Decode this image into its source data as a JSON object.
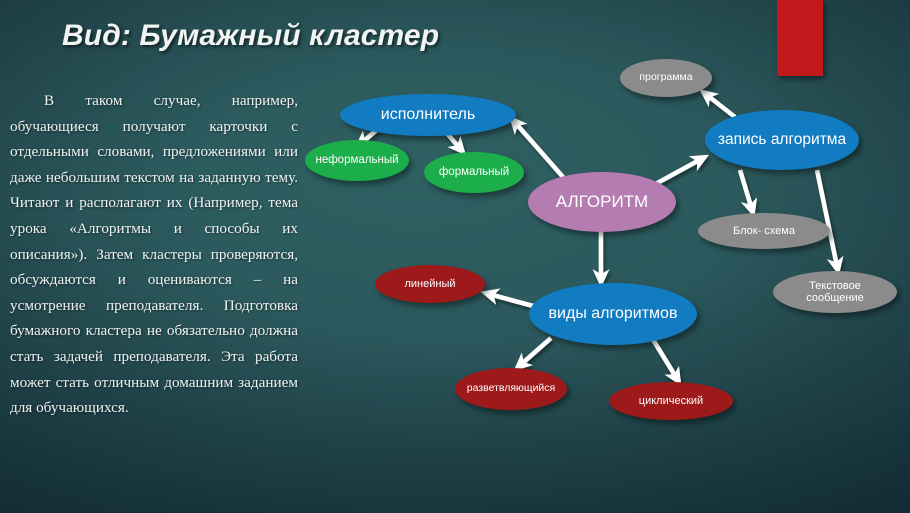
{
  "slide": {
    "title": "Вид: Бумажный кластер",
    "body_text": "В таком случае, например, обучающиеся получают карточки с отдельными словами, предложениями или даже небольшим текстом на заданную тему. Читают и располагают их (Например, тема урока «Алгоритмы и способы их описания»). Затем кластеры проверяются, обсуждаются и оцениваются – на усмотрение преподавателя. Подготовка бумажного кластера не обязательно должна стать задачей преподавателя. Эта работа может стать отличным домашним заданием для обучающихся."
  },
  "colors": {
    "background_teal": "#2b585c",
    "accent_red_bar": "#c1181c",
    "node_blue": "#127cc2",
    "node_green": "#1cae4a",
    "node_purple": "#b47cb1",
    "node_gray": "#8b8b8b",
    "node_red": "#9e1a1a",
    "arrow_white": "#ffffff",
    "title_text": "#f2f4f4"
  },
  "cluster": {
    "nodes": [
      {
        "id": "algoritm",
        "label": "АЛГОРИТМ",
        "color": "purple"
      },
      {
        "id": "ispolnitel",
        "label": "исполнитель",
        "color": "blue"
      },
      {
        "id": "neformalnyy",
        "label": "неформальный",
        "color": "green"
      },
      {
        "id": "formalnyy",
        "label": "формальный",
        "color": "green"
      },
      {
        "id": "zapis-algoritma",
        "label": "запись алгоритма",
        "color": "blue"
      },
      {
        "id": "programma",
        "label": "программа",
        "color": "gray"
      },
      {
        "id": "blok-shema",
        "label": "Блок- схема",
        "color": "gray"
      },
      {
        "id": "tekstovoe",
        "label": "Текстовое сообщение",
        "color": "gray"
      },
      {
        "id": "vidy-algoritmov",
        "label": "виды алгоритмов",
        "color": "blue"
      },
      {
        "id": "lineynyy",
        "label": "линейный",
        "color": "red"
      },
      {
        "id": "razvetvlyayushchiysya",
        "label": "разветвляющийся",
        "color": "red"
      },
      {
        "id": "tsiklicheskiy",
        "label": "циклический",
        "color": "red"
      }
    ],
    "edges": [
      {
        "from": "algoritm",
        "to": "ispolnitel"
      },
      {
        "from": "ispolnitel",
        "to": "neformalnyy"
      },
      {
        "from": "ispolnitel",
        "to": "formalnyy"
      },
      {
        "from": "algoritm",
        "to": "zapis-algoritma"
      },
      {
        "from": "zapis-algoritma",
        "to": "programma"
      },
      {
        "from": "zapis-algoritma",
        "to": "blok-shema"
      },
      {
        "from": "zapis-algoritma",
        "to": "tekstovoe"
      },
      {
        "from": "algoritm",
        "to": "vidy-algoritmov"
      },
      {
        "from": "vidy-algoritmov",
        "to": "lineynyy"
      },
      {
        "from": "vidy-algoritmov",
        "to": "razvetvlyayushchiysya"
      },
      {
        "from": "vidy-algoritmov",
        "to": "tsiklicheskiy"
      }
    ]
  }
}
